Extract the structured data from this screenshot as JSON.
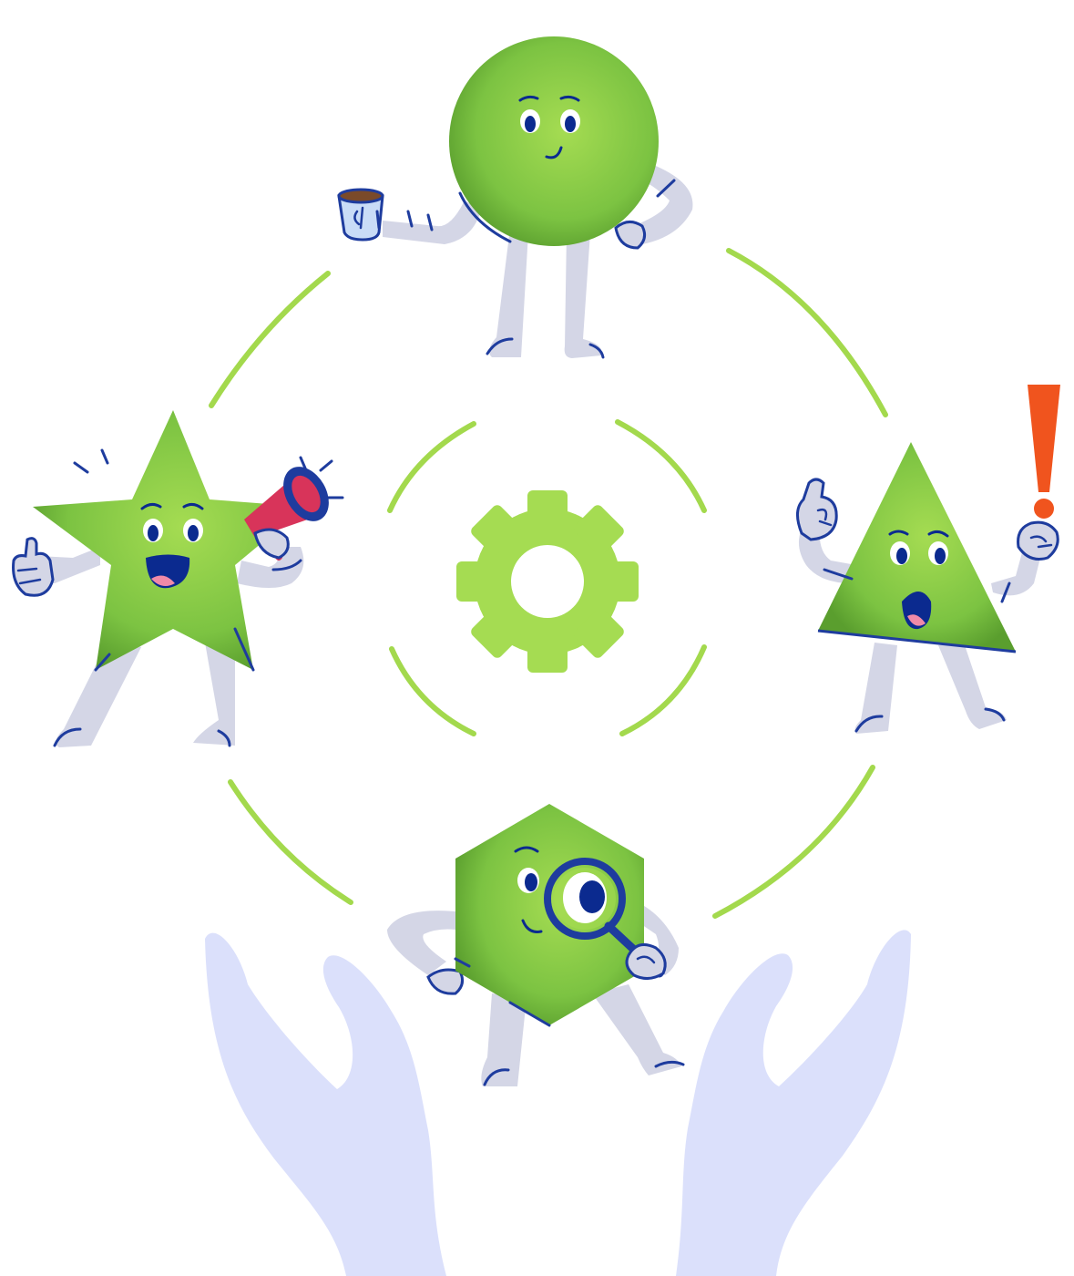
{
  "colors": {
    "shape_green": "#7cc342",
    "shape_green_light": "#a5dc52",
    "shape_green_dark": "#5a9e2e",
    "ring_green": "#a3d94d",
    "gear_green": "#a5dc52",
    "limb_gray": "#d4d6e6",
    "outline_navy": "#1e3c9e",
    "eye_navy": "#0b2a8f",
    "hand_lavender": "#dbe0fb",
    "mouth_pink": "#f08aa8",
    "megaphone_red": "#d8345a",
    "alert_orange": "#f0541e",
    "mug_blue": "#c9dcf7",
    "coffee_brown": "#7a4a2a"
  },
  "icons": {
    "gear": "gear-icon",
    "magnifier": "magnifying-glass-icon",
    "megaphone": "megaphone-icon",
    "mug": "coffee-mug-icon",
    "exclamation": "exclamation-mark-icon"
  },
  "characters": [
    "circle-character",
    "star-character",
    "triangle-character",
    "hexagon-character"
  ]
}
